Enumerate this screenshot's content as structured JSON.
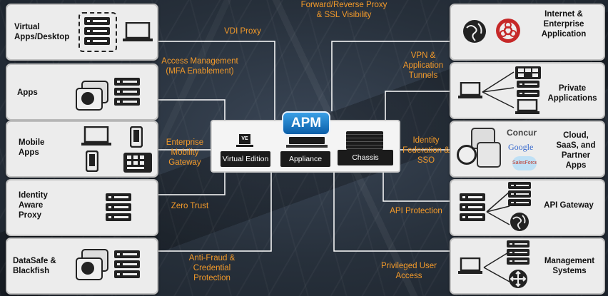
{
  "center": {
    "badge": "APM",
    "items": [
      "Virtual Edition",
      "Appliance",
      "Chassis"
    ],
    "ve_tag": "VE"
  },
  "left": [
    {
      "label": "Virtual Apps/Desktop",
      "link": "VDI Proxy"
    },
    {
      "label": "Apps",
      "link": "Access Management (MFA Enablement)"
    },
    {
      "label": "Mobile Apps",
      "link": "Enterprise Mobility Gateway"
    },
    {
      "label": "Identity Aware Proxy",
      "link": "Zero Trust"
    },
    {
      "label": "DataSafe & Blackfish",
      "link": "Anti-Fraud & Credential Protection"
    }
  ],
  "right": [
    {
      "label": "Internet & Enterprise Application",
      "link": "Forward/Reverse Proxy & SSL Visibility"
    },
    {
      "label": "Private Applications",
      "link": "VPN & Application Tunnels"
    },
    {
      "label": "Cloud, SaaS, and Partner Apps",
      "link": "Identity Federation & SSO"
    },
    {
      "label": "API Gateway",
      "link": "API Protection"
    },
    {
      "label": "Management Systems",
      "link": "Privileged User Access"
    }
  ],
  "logos": [
    "Concur",
    "Google",
    "SalesForce"
  ],
  "colors": {
    "accent": "#f39a2a",
    "line": "#ffffff",
    "badge": "#0b5ea8"
  }
}
